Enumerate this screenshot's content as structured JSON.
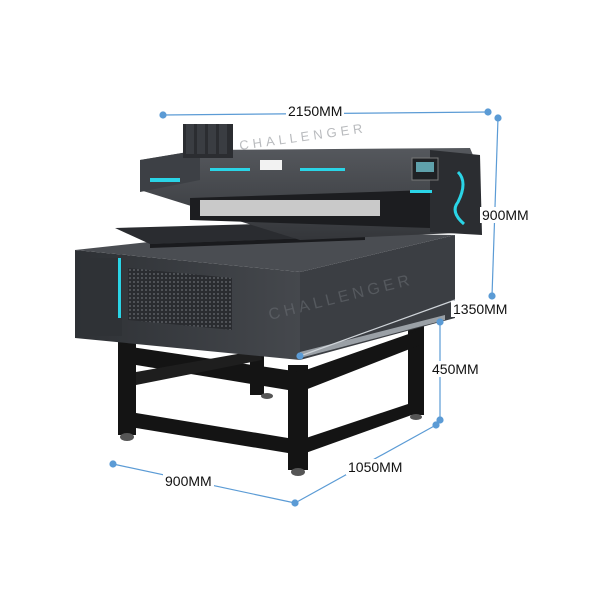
{
  "product": {
    "brand_watermark": "CHALLENGER"
  },
  "dimensions": {
    "top_width": "2150MM",
    "right_height": "900MM",
    "mid_depth": "1350MM",
    "stand_height": "450MM",
    "base_width": "900MM",
    "base_depth": "1050MM"
  },
  "colors": {
    "machine_body": "#3a3d42",
    "machine_dark": "#26282c",
    "accent_cyan": "#2ad4e6",
    "stand": "#141414",
    "dimension_line": "#5b9bd5"
  }
}
